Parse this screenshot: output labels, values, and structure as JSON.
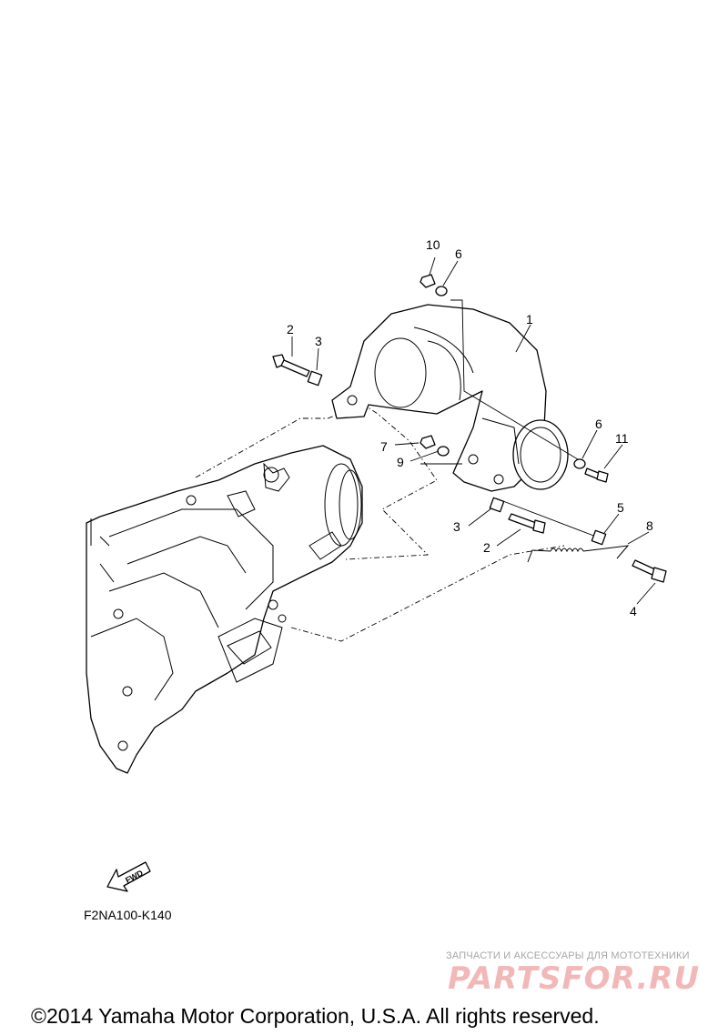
{
  "diagram": {
    "callouts": [
      "1",
      "2",
      "3",
      "4",
      "5",
      "6",
      "7",
      "8",
      "9",
      "10",
      "11",
      "2",
      "3",
      "6"
    ],
    "fwd_label": "FWD",
    "drawing_code": "F2NA100-K140"
  },
  "watermark": {
    "tagline": "ЗАПЧАСТИ И АКСЕССУАРЫ ДЛЯ МОТОТЕХНИКИ",
    "logo": "PARTSFOR.RU",
    "logo_color": "#f2b8b8"
  },
  "footer": {
    "copyright": "©2014 Yamaha Motor Corporation, U.S.A. All rights reserved."
  }
}
